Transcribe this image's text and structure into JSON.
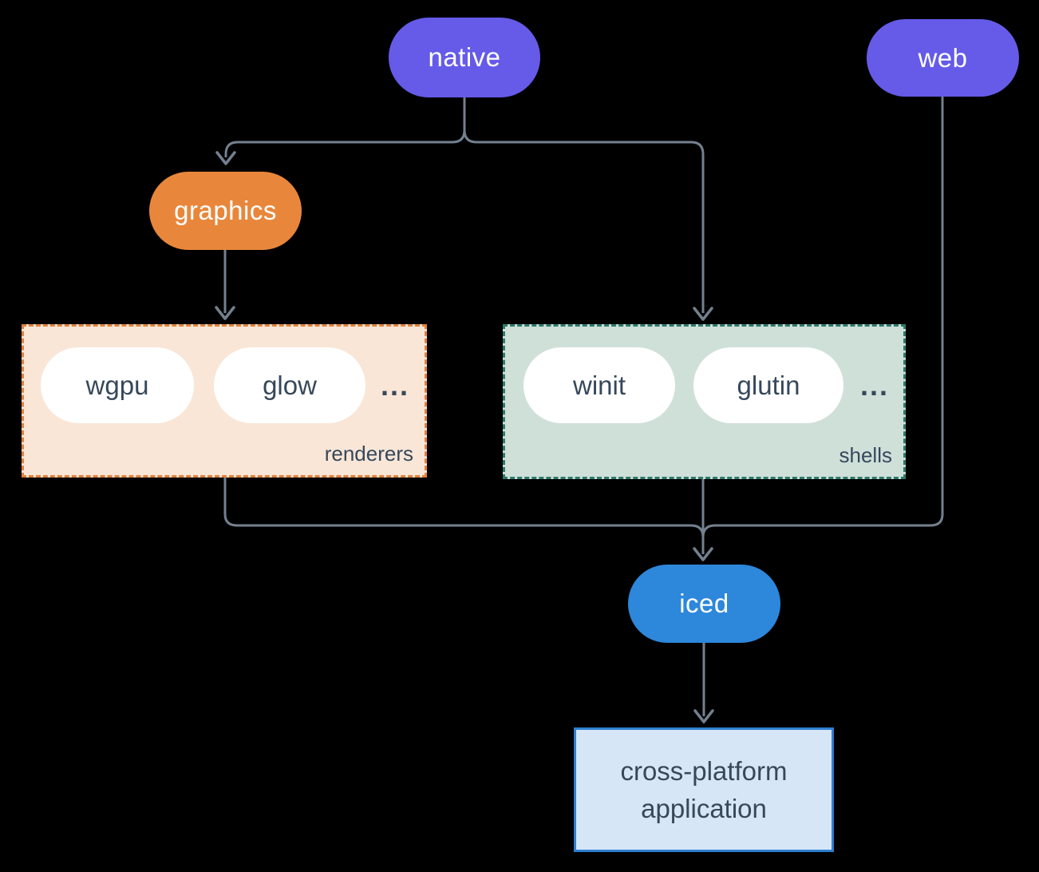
{
  "diagram": {
    "nodes": {
      "native": {
        "label": "native",
        "fill": "#655BE8",
        "text_color": "#FFFFFF"
      },
      "web": {
        "label": "web",
        "fill": "#655BE8",
        "text_color": "#FFFFFF"
      },
      "graphics": {
        "label": "graphics",
        "fill": "#E8873B",
        "text_color": "#FFFFFF"
      },
      "iced": {
        "label": "iced",
        "fill": "#2D87DB",
        "text_color": "#FFFFFF"
      }
    },
    "groups": {
      "renderers": {
        "label": "renderers",
        "fill": "#F9E6D7",
        "border": "#E2813B",
        "items": [
          "wgpu",
          "glow"
        ],
        "ellipsis": "..."
      },
      "shells": {
        "label": "shells",
        "fill": "#CFE0D9",
        "border": "#2F7A6B",
        "items": [
          "winit",
          "glutin"
        ],
        "ellipsis": "..."
      }
    },
    "application": {
      "label": "cross-platform application",
      "fill": "#D7E6F7",
      "border": "#2E7FD0",
      "text_color": "#36485A"
    },
    "colors": {
      "background": "#000000",
      "connector": "#73808F",
      "item_text": "#36485A"
    }
  }
}
